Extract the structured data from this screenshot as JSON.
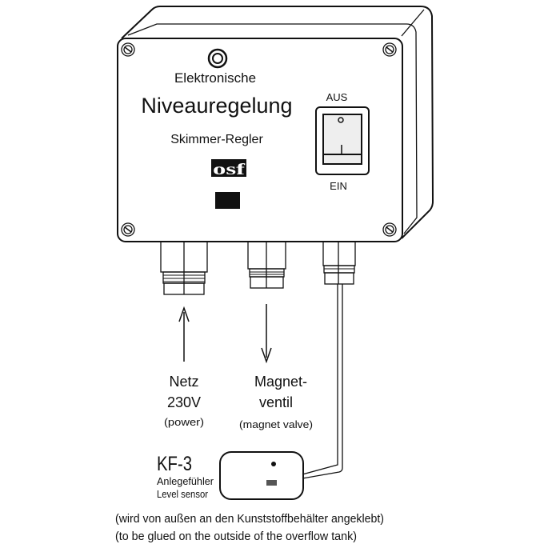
{
  "device": {
    "line1": "Elektronische",
    "title": "Niveauregelung",
    "subtitle": "Skimmer-Regler",
    "logo": "osf",
    "switch_off_label": "AUS",
    "switch_on_label": "EIN"
  },
  "connections": {
    "power": {
      "line1": "Netz",
      "line2": "230V",
      "line3": "(power)"
    },
    "valve": {
      "line1": "Magnet-",
      "line2": "ventil",
      "line3": "(magnet valve)"
    }
  },
  "sensor": {
    "model": "KF-3",
    "name_de": "Anlegefühler",
    "name_en": "Level sensor"
  },
  "notes": {
    "de": "(wird von außen an den Kunststoffbehälter angeklebt)",
    "en": "(to be glued on the outside of the overflow tank)"
  }
}
